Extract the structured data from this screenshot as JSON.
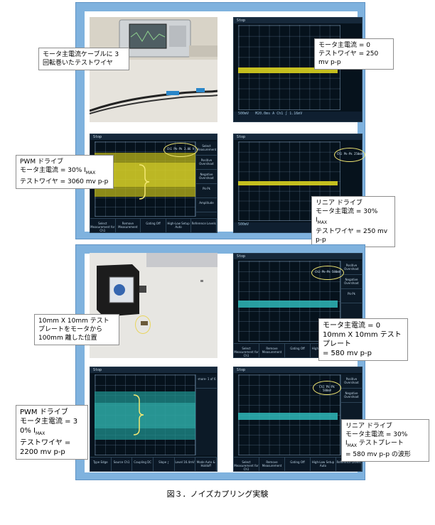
{
  "top_panel": {
    "photo_label": "モータ主電流ケーブルに 3 回転巻いたテストワイヤ",
    "scope1": {
      "label_line1": "モータ主電流 = 0",
      "label_line2": "テストワイヤ = 250 mv p-p"
    },
    "scope2": {
      "label_line1": "PWM ドライブ",
      "label_line2": "モータ主電流 = 30% I",
      "label_sub": "MAX",
      "label_line3": "テストワイヤ = 3060 mv p-p",
      "oval_text": "Ch1 Pk-Pk 3.06 V"
    },
    "scope3": {
      "label_line1": "リニア ドライブ",
      "label_line2": "モータ主電流 = 30% I",
      "label_sub": "MAX",
      "label_line3": "テストワイヤ = 250 mv p-p",
      "oval_text": "Ch1 Pk-Pk 250mV"
    }
  },
  "bottom_panel": {
    "photo_label_line1": "10mm X 10mm テスト",
    "photo_label_line2": "プレートをモータから",
    "photo_label_line3": "100mm 離した位置",
    "scope1": {
      "label_line1": "モータ主電流 = 0",
      "label_line2": "10mm X 10mm テストプレート",
      "label_line3": "= 580 mv p-p",
      "oval_text": "Ch1 Pk-Pk 580mV"
    },
    "scope2": {
      "label_line1": "PWM ドライブ",
      "label_line2": "モータ主電流 = 3",
      "label_line3": "0% I",
      "label_sub": "MAX",
      "label_line4": "テストワイヤ =",
      "label_line5": "2200 mv p-p"
    },
    "scope3": {
      "label_line1": "リニア ドライブ",
      "label_line2": "モータ主電流 = 30%",
      "label_line3_prefix": "I",
      "label_sub": "MAX",
      "label_line3_suffix": " テストプレート",
      "label_line4": "= 580 mv p-p の波形",
      "oval_text": "Ch1 Pk-Pk 580mV"
    }
  },
  "scope_ui": {
    "stop": "Stop",
    "ch1_scale": "500mV",
    "timebase": "M20.0ms A Ch1 ∫ 1.16mV",
    "side_buttons": [
      "Select Measurement",
      "Positive Overshoot",
      "Negative Overshoot",
      "Pk-Pk",
      "Amplitude",
      "-more- 1 of 6"
    ],
    "softkeys": [
      "Select Measurement for Ch1",
      "Remove Measurement",
      "Gating Off",
      "High-Low Setup Auto",
      "Reference Levels"
    ],
    "bottom_softkeys": [
      "Type Edge",
      "Source Ch1",
      "Coupling DC",
      "Slope ∫",
      "Level 16.4mV",
      "Mode Auto & Holdoff"
    ]
  },
  "caption": "図３．ノイズカプリング実験"
}
